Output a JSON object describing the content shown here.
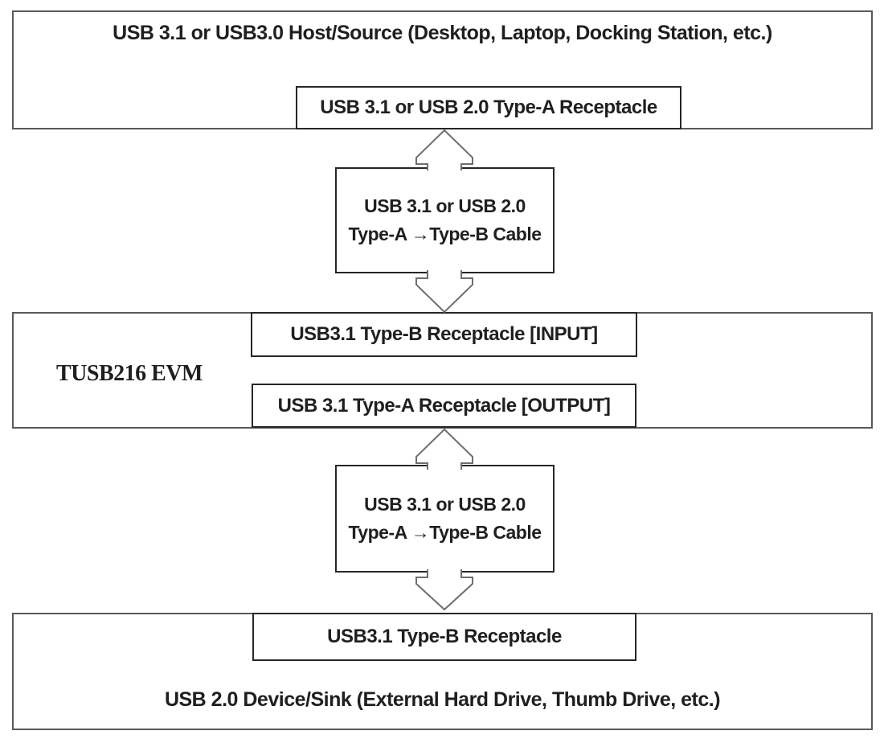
{
  "diagram": {
    "host_box": {
      "title": "USB 3.1 or USB3.0 Host/Source (Desktop, Laptop, Docking Station, etc.)",
      "receptacle_label": "USB 3.1 or USB 2.0 Type-A Receptacle"
    },
    "cable_top": {
      "line1": "USB 3.1 or USB 2.0",
      "line2": "Type-A →Type-B Cable"
    },
    "evm_box": {
      "label": "TUSB216 EVM",
      "input_label": "USB3.1 Type-B Receptacle [INPUT]",
      "output_label": "USB 3.1 Type-A Receptacle [OUTPUT]"
    },
    "cable_bottom": {
      "line1": "USB 3.1 or USB 2.0",
      "line2": "Type-A →Type-B Cable"
    },
    "device_box": {
      "receptacle_label": "USB3.1 Type-B Receptacle",
      "title": "USB 2.0 Device/Sink (External Hard Drive, Thumb Drive, etc.)"
    },
    "colors": {
      "outer_border": "#595959",
      "inner_border": "#262626",
      "text": "#1f1f1f",
      "arrow_stroke": "#6e6e6e",
      "background": "#ffffff"
    }
  }
}
